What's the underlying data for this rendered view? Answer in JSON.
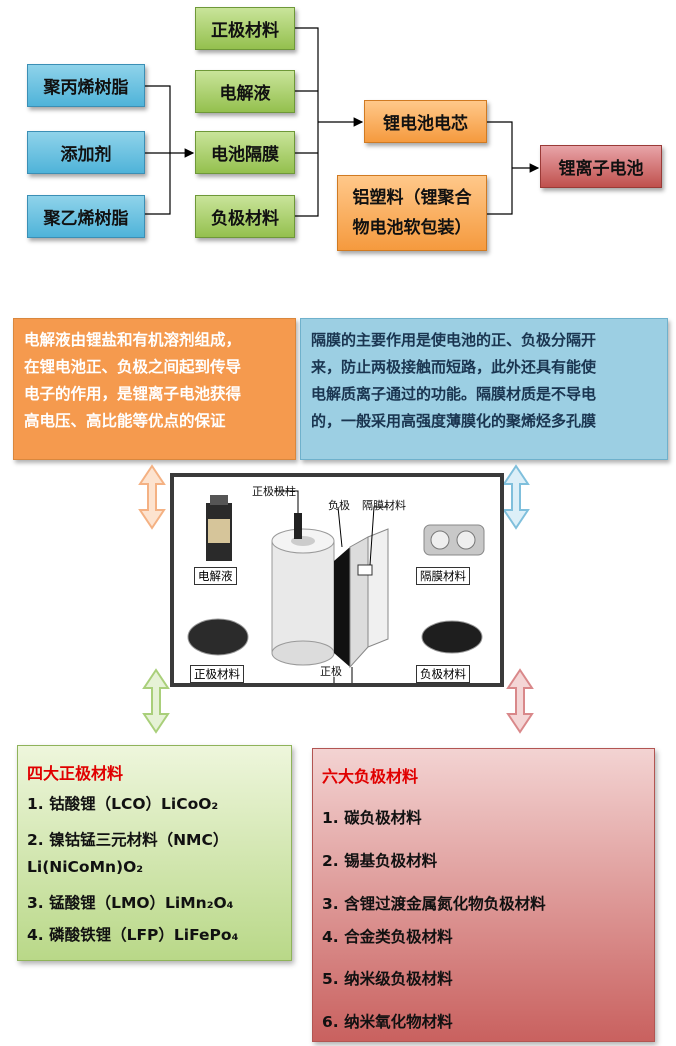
{
  "flow": {
    "inputs": [
      "聚丙烯树脂",
      "添加剂",
      "聚乙烯树脂"
    ],
    "components": [
      "正极材料",
      "电解液",
      "电池隔膜",
      "负极材料"
    ],
    "cell_core": "锂电池电芯",
    "packaging_line1": "铝塑料（锂聚合",
    "packaging_line2": "物电池软包装）",
    "product": "锂离子电池"
  },
  "notes": {
    "electrolyte": [
      "电解液由锂盐和有机溶剂组成，",
      "在锂电池正、负极之间起到传导",
      "电子的作用，是锂离子电池获得",
      "高电压、高比能等优点的保证"
    ],
    "separator": [
      "隔膜的主要作用是使电池的正、负极分隔开",
      "来，防止两极接触而短路，此外还具有能使",
      "电解质离子通过的功能。隔膜材质是不导电",
      "的，一般采用高强度薄膜化的聚烯烃多孔膜"
    ]
  },
  "figure": {
    "electrolyte_label": "电解液",
    "separator_label": "隔膜材料",
    "cathode_label": "正极材料",
    "anode_label": "负极材料",
    "pos_terminal": "正极极柱",
    "neg": "负极",
    "sep_material": "隔膜材料",
    "pos": "正极"
  },
  "cathode_panel": {
    "title": "四大正极材料",
    "items": [
      "1. 钴酸锂（LCO）LiCoO₂",
      "2. 镍钴锰三元材料（NMC）",
      "Li(NiCoMn)O₂",
      "3. 锰酸锂（LMO）LiMn₂O₄",
      "4. 磷酸铁锂（LFP）LiFePo₄"
    ]
  },
  "anode_panel": {
    "title": "六大负极材料",
    "items": [
      "1. 碳负极材料",
      "2. 锡基负极材料",
      "3. 含锂过渡金属氮化物负极材料",
      "4. 合金类负极材料",
      "5. 纳米级负极材料",
      "6. 纳米氧化物材料"
    ]
  },
  "colors": {
    "input": "#4fb3d9",
    "component": "#94c04e",
    "core": "#f59a3e",
    "product": "#c0504d",
    "title_red": "#e00000"
  }
}
